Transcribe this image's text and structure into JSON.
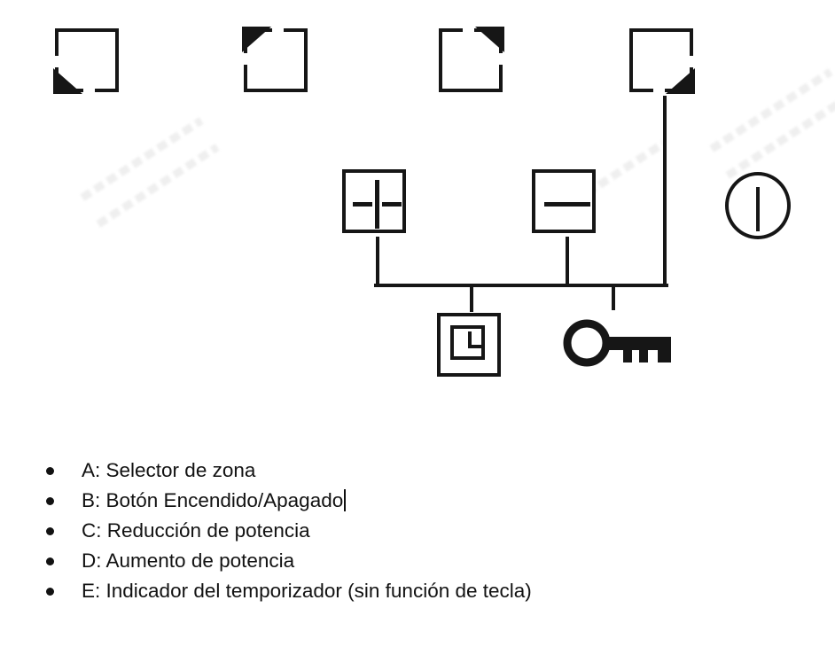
{
  "colors": {
    "ink": "#161616",
    "background": "#ffffff"
  },
  "figure": {
    "name": "control-panel-diagram",
    "zone_keys": [
      {
        "corner": "bottom-left"
      },
      {
        "corner": "top-left"
      },
      {
        "corner": "top-right"
      },
      {
        "corner": "bottom-right"
      }
    ],
    "icons": {
      "plus": "plus-icon",
      "minus": "minus-icon",
      "power": "power-line-circle-icon",
      "timer": "timer-clock-icon",
      "key": "key-lock-icon"
    }
  },
  "legend": {
    "items": [
      {
        "label": "A: Selector de zona",
        "cursor": false
      },
      {
        "label": "B: Botón Encendido/Apagado",
        "cursor": true
      },
      {
        "label": "C: Reducción de potencia",
        "cursor": false
      },
      {
        "label": "D: Aumento de potencia",
        "cursor": false
      },
      {
        "label": "E: Indicador del temporizador (sin función de tecla)",
        "cursor": false
      }
    ]
  }
}
